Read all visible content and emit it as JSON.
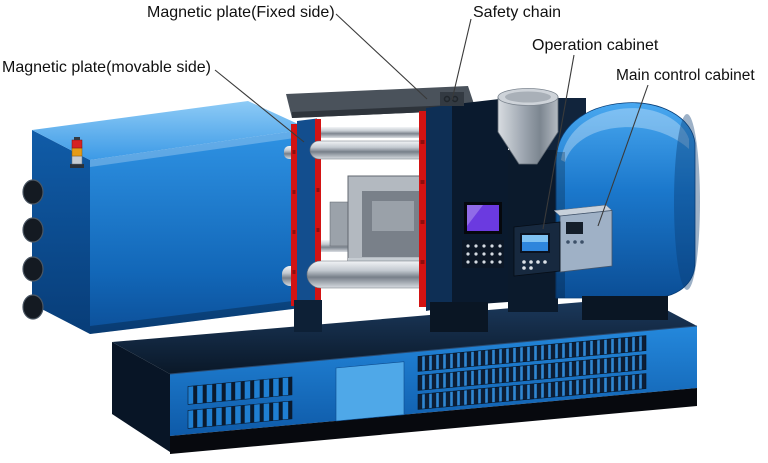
{
  "diagram": {
    "subject": "Injection molding machine labeled diagram",
    "labels": {
      "magnetic_plate_fixed": "Magnetic plate(Fixed side)",
      "safety_chain": "Safety chain",
      "operation_cabinet": "Operation cabinet",
      "main_control_cabinet": "Main control cabinet",
      "magnetic_plate_movable": "Magnetic plate(movable side)"
    },
    "colors": {
      "machine_blue": "#1c7ed6",
      "machine_blue_light": "#4fa8e8",
      "machine_blue_dark": "#0c4f98",
      "base_navy": "#0c1e36",
      "skirt_black": "#07090e",
      "magnet_red": "#d31313",
      "metal_gray": "#b3b9c0",
      "hopper_gray": "#9aa3ad",
      "screen_purple": "#6b3ae0",
      "screen_blue": "#2f86dc",
      "tower_red": "#d62222",
      "tower_amber": "#e69b16",
      "label_text": "#101010",
      "leader_line": "#3a3a3a"
    }
  }
}
